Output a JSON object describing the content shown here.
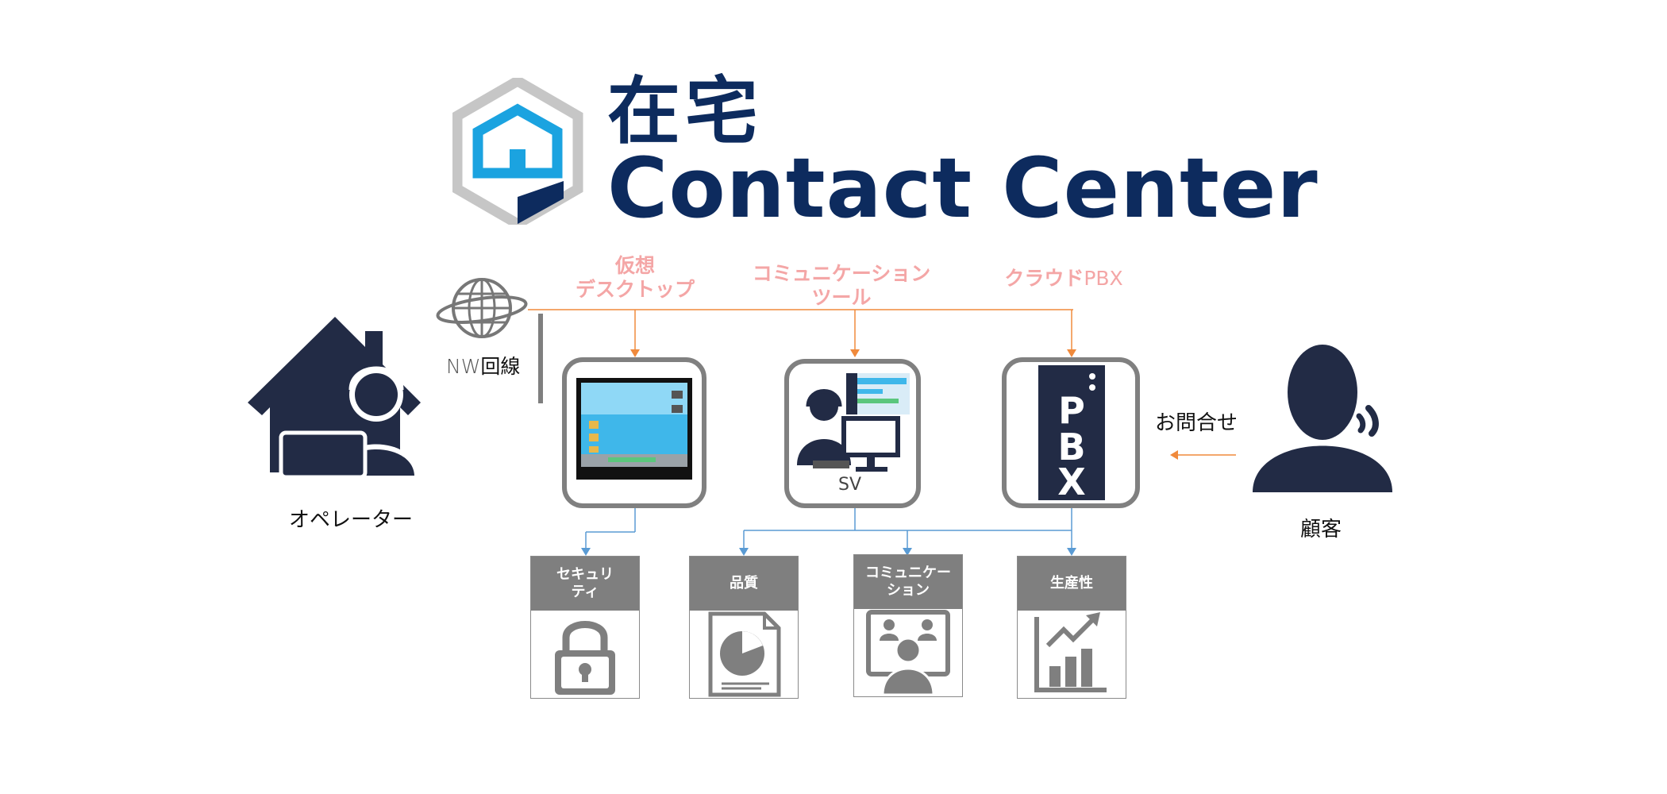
{
  "logo": {
    "title_jp": "在宅",
    "title_en": "Contact Center",
    "colors": {
      "navy": "#0d2b5e",
      "blue": "#1ba3e0",
      "gray": "#c6c6c6"
    }
  },
  "tools": {
    "virtual_desktop": "仮想\nデスクトップ",
    "communication_tool": "コミュニケーション\nツール",
    "cloud_pbx_label": "クラウド",
    "cloud_pbx_suffix": "PBX"
  },
  "network": {
    "label_prefix": "NW",
    "label_suffix": "回線"
  },
  "operator": {
    "label": "オペレーター"
  },
  "customer": {
    "label": "顧客",
    "inquiry": "お問合せ"
  },
  "devices": {
    "sv_label": "SV",
    "pbx_text": [
      "P",
      "B",
      "X"
    ]
  },
  "categories": [
    {
      "label": "セキュリ\nティ",
      "icon": "lock-icon"
    },
    {
      "label": "品質",
      "icon": "report-chart-icon"
    },
    {
      "label": "コミュニケー\nション",
      "icon": "video-conference-icon"
    },
    {
      "label": "生産性",
      "icon": "growth-chart-icon"
    }
  ],
  "colors": {
    "orange_line": "#f08a3c",
    "blue_line": "#5a9bd4",
    "pink_text": "#f4a6a6",
    "dark_figure": "#222b45",
    "frame_gray": "#808080"
  }
}
